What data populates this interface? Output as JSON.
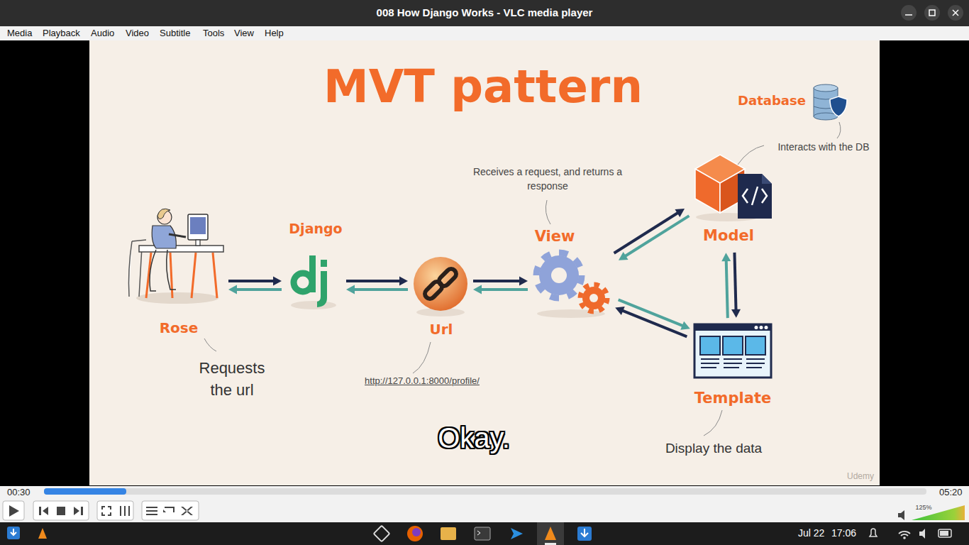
{
  "diagram": {
    "title": "MVT pattern",
    "nodes": [
      {
        "text": [
          "Rose",
          "Requests the url"
        ]
      },
      {
        "text": [
          "Django"
        ]
      },
      {
        "text": [
          "Url",
          "http://127.0.0.1:8000/profile/"
        ]
      },
      {
        "text": [
          "View",
          "Receives a request, and returns a response"
        ]
      },
      {
        "text": [
          "Model"
        ]
      },
      {
        "text": [
          "Template",
          "Display the data"
        ]
      },
      {
        "text": [
          "Database"
        ]
      }
    ],
    "edges": [
      {
        "from": 0,
        "to": 1,
        "arrow": "to"
      },
      {
        "from": 1,
        "to": 0,
        "arrow": "to"
      },
      {
        "from": 1,
        "to": 2,
        "arrow": "to"
      },
      {
        "from": 2,
        "to": 1,
        "arrow": "to"
      },
      {
        "from": 2,
        "to": 3,
        "arrow": "to"
      },
      {
        "from": 3,
        "to": 2,
        "arrow": "to"
      },
      {
        "from": 3,
        "to": 4,
        "arrow": "to"
      },
      {
        "from": 4,
        "to": 3,
        "arrow": "to"
      },
      {
        "from": 4,
        "to": 5,
        "arrow": "to"
      },
      {
        "from": 5,
        "to": 4,
        "arrow": "to"
      },
      {
        "from": 3,
        "to": 5,
        "arrow": "to"
      },
      {
        "from": 5,
        "to": 3,
        "arrow": "to"
      }
    ],
    "labels": [
      "008 How Django Works - VLC media player",
      "Media",
      "Playback",
      "Audio",
      "Video",
      "Subtitle",
      "Tools",
      "View",
      "Help",
      "Interacts with the DB",
      "Okay.",
      "Udemy",
      "00:30",
      "05:20",
      "125%",
      "Jul 22",
      "17:06"
    ]
  }
}
